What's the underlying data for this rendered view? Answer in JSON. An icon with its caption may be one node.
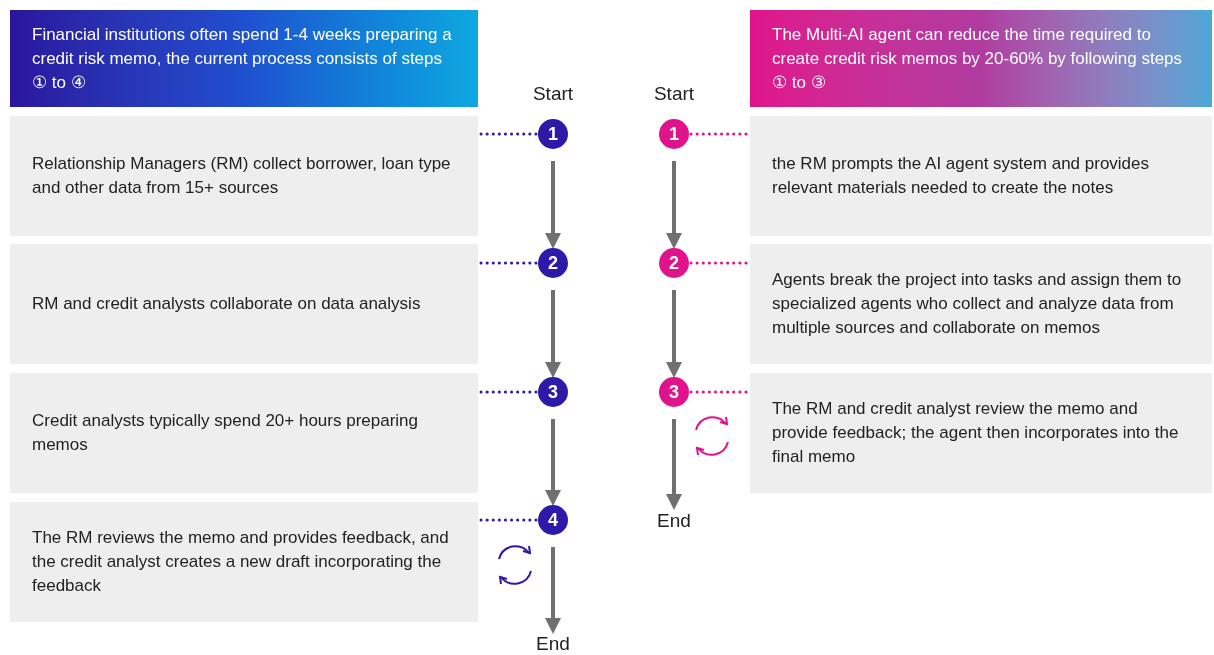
{
  "diagram": {
    "nodes": [
      {
        "text": [
          "Financial institutions often spend 1-4 weeks preparing a credit risk memo, the current process consists of steps ① to ④"
        ]
      },
      {
        "text": [
          "The Multi-AI agent can reduce the time required to create credit risk memos by 20-60% by following steps ① to ③"
        ]
      },
      {
        "text": [
          "Relationship Managers (RM) collect borrower, loan type and other data from 15+ sources"
        ]
      },
      {
        "text": [
          "1"
        ]
      },
      {
        "text": [
          "1"
        ]
      },
      {
        "text": [
          "the RM prompts the AI agent system and provides relevant materials needed to create the notes"
        ]
      },
      {
        "text": [
          "RM and credit analysts collaborate on data analysis"
        ]
      },
      {
        "text": [
          "2"
        ]
      },
      {
        "text": [
          "2"
        ]
      },
      {
        "text": [
          "Agents break the project into tasks and assign them to specialized agents who collect and analyze data from multiple sources and collaborate on memos"
        ]
      },
      {
        "text": [
          "Credit analysts typically spend 20+ hours preparing memos"
        ]
      },
      {
        "text": [
          "3"
        ]
      },
      {
        "text": [
          "3"
        ]
      },
      {
        "text": [
          "The RM and credit analyst review the memo and provide feedback; the agent then incorporates into the final memo"
        ]
      },
      {
        "text": [
          "The RM reviews the memo and provides feedback, and the credit analyst creates a new draft incorporating the feedback"
        ]
      },
      {
        "text": [
          "4"
        ]
      },
      {
        "text": [
          "End"
        ]
      },
      {
        "text": [
          "End"
        ]
      }
    ],
    "edges": [
      {
        "from": 3,
        "to": 2,
        "arrow": "none",
        "style": "dashed",
        "color": "#2d1aa8"
      },
      {
        "from": 4,
        "to": 5,
        "arrow": "none",
        "style": "dashed",
        "color": "#e0128c"
      },
      {
        "from": 3,
        "to": 7,
        "arrow": "to"
      },
      {
        "from": 4,
        "to": 8,
        "arrow": "to"
      },
      {
        "from": 7,
        "to": 6,
        "arrow": "none",
        "style": "dashed",
        "color": "#2d1aa8"
      },
      {
        "from": 8,
        "to": 9,
        "arrow": "none",
        "style": "dashed",
        "color": "#e0128c"
      },
      {
        "from": 7,
        "to": 11,
        "arrow": "to"
      },
      {
        "from": 8,
        "to": 12,
        "arrow": "to"
      },
      {
        "from": 11,
        "to": 10,
        "arrow": "none",
        "style": "dashed",
        "color": "#2d1aa8"
      },
      {
        "from": 12,
        "to": 13,
        "arrow": "none",
        "style": "dashed",
        "color": "#e0128c"
      },
      {
        "from": 11,
        "to": 15,
        "arrow": "to"
      },
      {
        "from": 12,
        "to": 16,
        "arrow": "to"
      },
      {
        "from": 15,
        "to": 14,
        "arrow": "none",
        "style": "dashed",
        "color": "#2d1aa8"
      },
      {
        "from": 15,
        "to": 17,
        "arrow": "to"
      }
    ],
    "labels": [
      "Start",
      "Start"
    ]
  }
}
